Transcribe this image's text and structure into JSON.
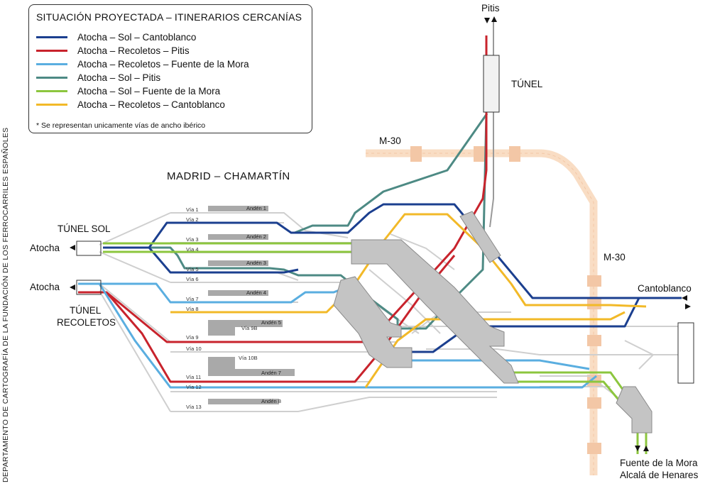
{
  "legend": {
    "title": "SITUACIÓN PROYECTADA – ITINERARIOS CERCANÍAS",
    "routes": [
      {
        "label": "Atocha – Sol – Cantoblanco",
        "color": "#1b3f8f"
      },
      {
        "label": "Atocha – Recoletos – Pitis",
        "color": "#c8232c"
      },
      {
        "label": "Atocha – Recoletos – Fuente de la Mora",
        "color": "#5aaee0"
      },
      {
        "label": "Atocha – Sol – Pitis",
        "color": "#4d8a84"
      },
      {
        "label": "Atocha – Sol – Fuente de la Mora",
        "color": "#8cc63e"
      },
      {
        "label": "Atocha – Recoletos – Cantoblanco",
        "color": "#f2b928"
      }
    ],
    "note": "* Se representan unicamente vías de ancho ibérico"
  },
  "station_title": "MADRID – CHAMARTÍN",
  "places": {
    "pitis": "Pitis",
    "tunel": "TÚNEL",
    "m30_top": "M-30",
    "m30_right": "M-30",
    "tunel_sol": "TÚNEL SOL",
    "atocha_1": "Atocha",
    "atocha_2": "Atocha",
    "tunel_recoletos_1": "TÚNEL",
    "tunel_recoletos_2": "RECOLETOS",
    "cantoblanco": "Cantoblanco",
    "fuente_mora": "Fuente de la Mora",
    "alcala": "Alcalá de Henares"
  },
  "tracks": [
    "Vía 1",
    "Vía 2",
    "Vía 3",
    "Vía 4",
    "Vía 5",
    "Vía 6",
    "Vía 7",
    "Vía 8",
    "Vía 9",
    "Vía 10",
    "Vía 11",
    "Vía 12",
    "Vía 13"
  ],
  "extra_tracks": {
    "v9b": "Vía 9B",
    "v10b": "Vía 10B"
  },
  "platforms": [
    "Andén 1",
    "Andén 2",
    "Andén 3",
    "Andén 4",
    "Andén 5",
    "Andén 7",
    "Andén 8"
  ],
  "credit": "DEPARTAMENTO DE CARTOGRAFÍA DE LA FUNDACIÓN DE LOS FERROCARRILES ESPAÑOLES",
  "colors": {
    "grey_track": "#cfcfcf",
    "platform": "#a9a9a9",
    "m30_band": "#f9ddc4",
    "m30_bridge": "#f3c7a6"
  }
}
